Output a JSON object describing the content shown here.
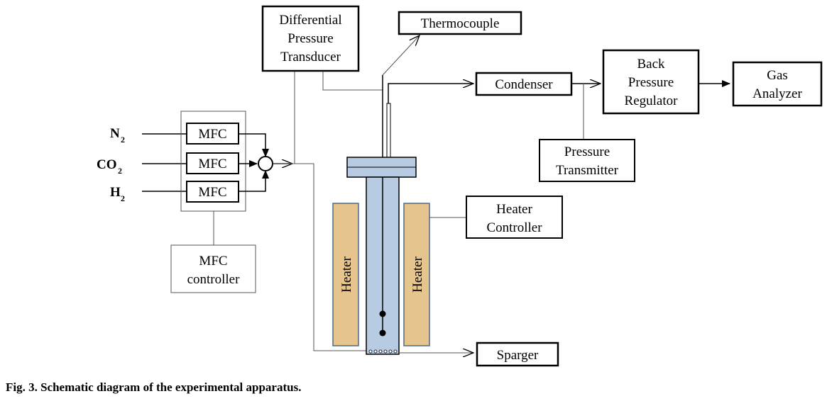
{
  "labels": {
    "diff_pressure": [
      "Differential",
      "Pressure",
      "Transducer"
    ],
    "thermocouple": "Thermocouple",
    "condenser": "Condenser",
    "back_pressure": [
      "Back",
      "Pressure",
      "Regulator"
    ],
    "gas_analyzer": [
      "Gas",
      "Analyzer"
    ],
    "pressure_transmitter": [
      "Pressure",
      "Transmitter"
    ],
    "heater_controller": [
      "Heater",
      "Controller"
    ],
    "sparger": "Sparger",
    "mfc": "MFC",
    "mfc_controller": [
      "MFC",
      "controller"
    ],
    "heater": "Heater",
    "gas_n2": "N",
    "gas_n2_sub": "2",
    "gas_co2": "CO",
    "gas_co2_sub": "2",
    "gas_h2": "H",
    "gas_h2_sub": "2"
  },
  "caption": "Fig. 3. Schematic diagram of the experimental apparatus.",
  "colors": {
    "reactor_fill": "#b7cce3",
    "heater_fill": "#e6c48e",
    "line": "#000000"
  }
}
